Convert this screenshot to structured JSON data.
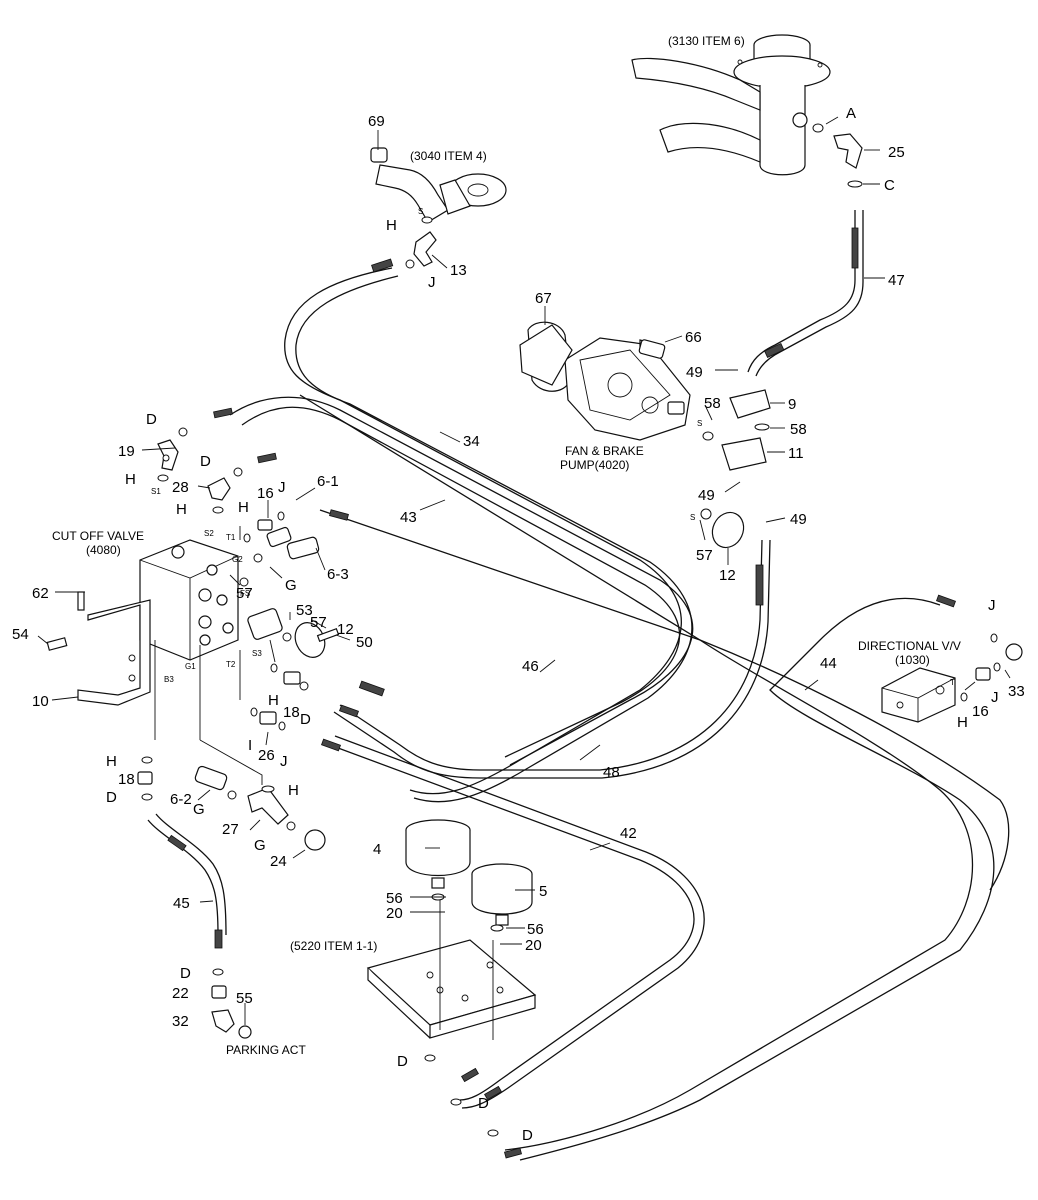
{
  "labels": {
    "ref_3130": "(3130 ITEM 6)",
    "ref_3040": "(3040 ITEM 4)",
    "ref_5220": "(5220 ITEM 1-1)",
    "cut_off_valve": "CUT OFF VALVE",
    "cut_off_valve_code": "(4080)",
    "fan_brake_pump": "FAN & BRAKE",
    "fan_brake_pump_code": "PUMP(4020)",
    "directional_valve": "DIRECTIONAL V/V",
    "directional_valve_code": "(1030)",
    "parking_act": "PARKING ACT"
  },
  "port_marks": {
    "s1": "S1",
    "s2": "S2",
    "t1": "T1",
    "g2": "G2",
    "fs": "FS",
    "s3": "S3",
    "t2": "T2",
    "g1": "G1",
    "b3": "B3",
    "t": "T",
    "s_a": "S",
    "s_b": "S",
    "s_c": "S"
  },
  "callouts": {
    "c69": "69",
    "c13": "13",
    "c25": "25",
    "c47": "47",
    "c67": "67",
    "c66": "66",
    "c9": "9",
    "c11": "11",
    "c34": "34",
    "c43": "43",
    "c19": "19",
    "c28": "28",
    "c16a": "16",
    "c16b": "16",
    "c6_1": "6-1",
    "c6_3": "6-3",
    "c6_2": "6-2",
    "c62": "62",
    "c54": "54",
    "c10": "10",
    "c57a": "57",
    "c57b": "57",
    "c57c": "57",
    "c53": "53",
    "c12a": "12",
    "c12b": "12",
    "c50": "50",
    "c18a": "18",
    "c18b": "18",
    "c26": "26",
    "c27": "27",
    "c24": "24",
    "c46": "46",
    "c48": "48",
    "c44": "44",
    "c42": "42",
    "c45": "45",
    "c22": "22",
    "c32": "32",
    "c55": "55",
    "c33": "33",
    "c4": "4",
    "c5": "5",
    "c56a": "56",
    "c56b": "56",
    "c20a": "20",
    "c20b": "20",
    "c49a": "49",
    "c49b": "49",
    "c49c": "49",
    "c58a": "58",
    "c58b": "58"
  },
  "seal_letters": {
    "a": "A",
    "c": "C",
    "h1": "H",
    "j1": "J",
    "d1": "D",
    "h2": "H",
    "d2": "D",
    "h3": "H",
    "h4": "H",
    "j2": "J",
    "g1": "G",
    "h5": "H",
    "d3": "D",
    "i1": "I",
    "j3": "J",
    "h6": "H",
    "h7": "H",
    "d4": "D",
    "g2": "G",
    "g3": "G",
    "d5": "D",
    "d6": "D",
    "d7": "D",
    "d8": "D",
    "j4": "J",
    "h8": "H",
    "j5": "J"
  }
}
